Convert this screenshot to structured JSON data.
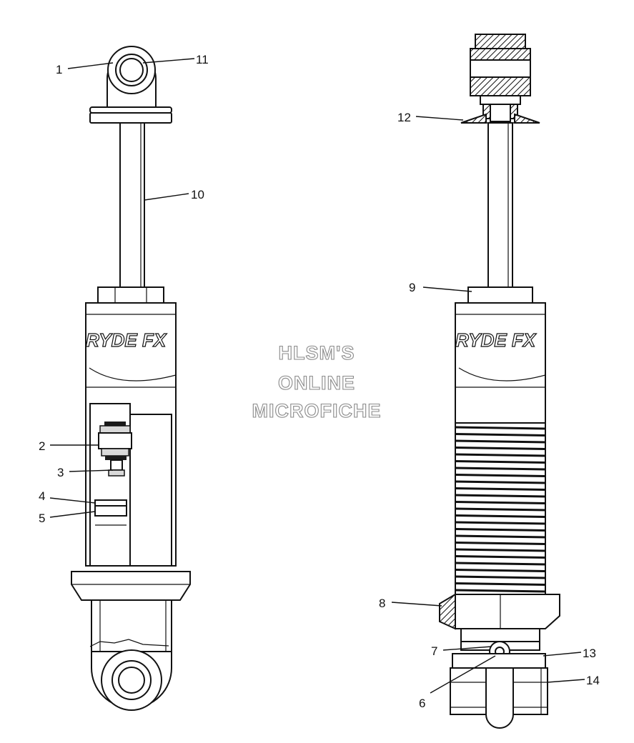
{
  "watermark": {
    "line1": "HLSM'S",
    "line2": "ONLINE",
    "line3": "MICROFICHE"
  },
  "left_shock": {
    "callouts": [
      {
        "id": "1",
        "label": "1"
      },
      {
        "id": "11",
        "label": "11"
      },
      {
        "id": "10",
        "label": "10"
      },
      {
        "id": "2",
        "label": "2"
      },
      {
        "id": "3",
        "label": "3"
      },
      {
        "id": "4",
        "label": "4"
      },
      {
        "id": "5",
        "label": "5"
      }
    ],
    "logo_text": "RYDE FX"
  },
  "right_shock": {
    "callouts": [
      {
        "id": "12",
        "label": "12"
      },
      {
        "id": "9",
        "label": "9"
      },
      {
        "id": "8",
        "label": "8"
      },
      {
        "id": "7",
        "label": "7"
      },
      {
        "id": "13",
        "label": "13"
      },
      {
        "id": "14",
        "label": "14"
      },
      {
        "id": "6",
        "label": "6"
      }
    ],
    "logo_text": "RYDE FX"
  }
}
